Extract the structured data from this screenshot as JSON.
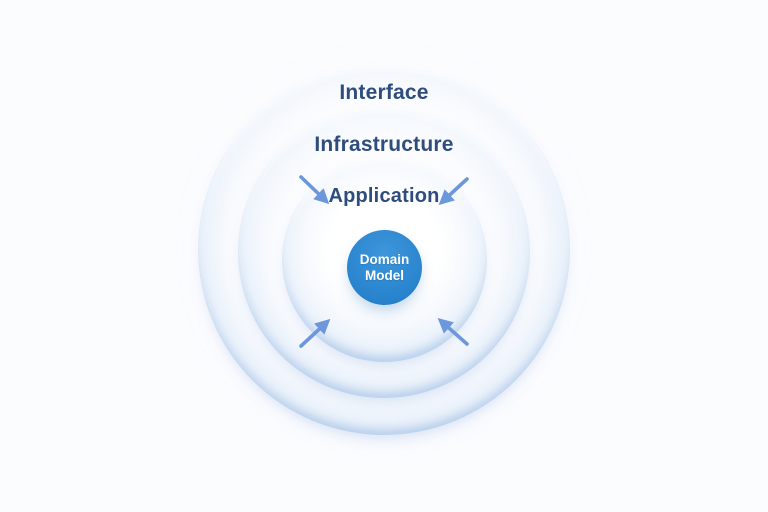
{
  "diagram": {
    "type": "concentric-layers",
    "subject": "layered-architecture-onion",
    "layers": [
      {
        "id": "interface",
        "label": "Interface"
      },
      {
        "id": "infrastructure",
        "label": "Infrastructure"
      },
      {
        "id": "application",
        "label": "Application"
      },
      {
        "id": "domain-model",
        "label": "Domain Model"
      }
    ],
    "arrows": [
      {
        "id": "arrow-top-left",
        "direction": "inward-from-top-left"
      },
      {
        "id": "arrow-top-right",
        "direction": "inward-from-top-right"
      },
      {
        "id": "arrow-bottom-left",
        "direction": "inward-from-bottom-left"
      },
      {
        "id": "arrow-bottom-right",
        "direction": "inward-from-bottom-right"
      }
    ],
    "colors": {
      "background": "#fbfcfe",
      "layer_label_text": "#2e4d7c",
      "ring_edge": "#c9dcf2",
      "ring_rim": "#9fbfe4",
      "domain_circle_fill": "#2b86d0",
      "domain_label_text": "#ffffff",
      "arrow": "#6d97db"
    }
  }
}
